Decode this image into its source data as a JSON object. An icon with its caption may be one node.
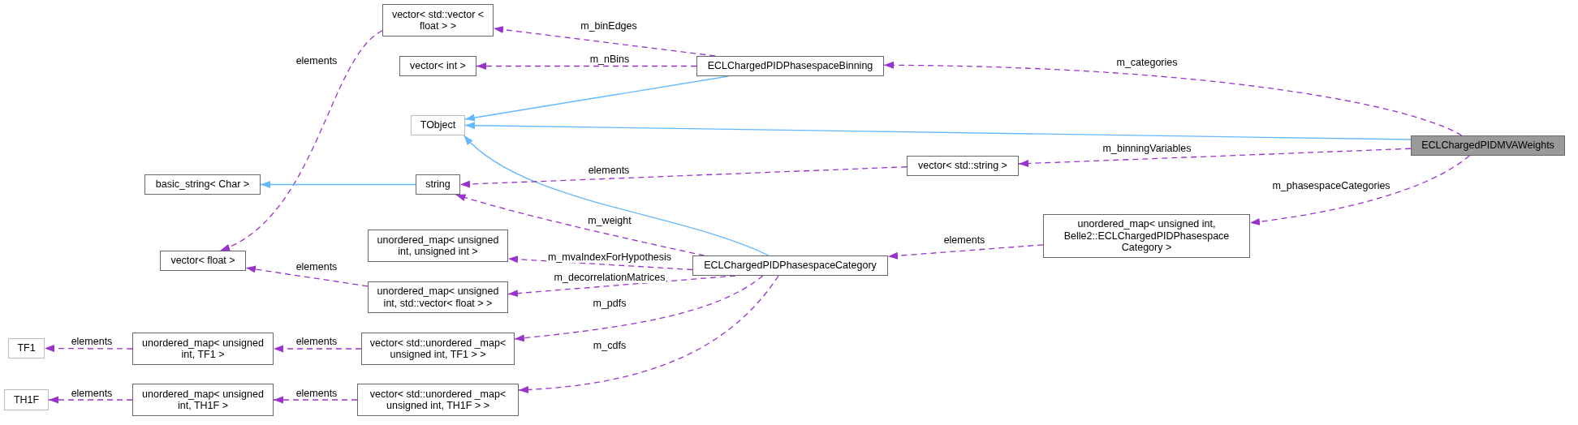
{
  "diagram": {
    "nodes": [
      {
        "text": [
          "vector< std::vector < float > >"
        ]
      },
      {
        "text": [
          "vector< int >"
        ]
      },
      {
        "text": [
          "ECLChargedPIDPhasespaceBinning"
        ]
      },
      {
        "text": [
          "TObject"
        ]
      },
      {
        "text": [
          "ECLChargedPIDMVAWeights"
        ]
      },
      {
        "text": [
          "basic_string< Char >"
        ]
      },
      {
        "text": [
          "string"
        ]
      },
      {
        "text": [
          "vector< std::string >"
        ]
      },
      {
        "text": [
          "vector< float >"
        ]
      },
      {
        "text": [
          "unordered_map< unsigned int, unsigned int >"
        ]
      },
      {
        "text": [
          "ECLChargedPIDPhasespaceCategory"
        ]
      },
      {
        "text": [
          "unordered_map< unsigned int, Belle2::ECLChargedPIDPhasespace Category >"
        ]
      },
      {
        "text": [
          "unordered_map< unsigned int, std::vector< float > >"
        ]
      },
      {
        "text": [
          "TF1"
        ]
      },
      {
        "text": [
          "unordered_map< unsigned int, TF1 >"
        ]
      },
      {
        "text": [
          "vector< std::unordered _map< unsigned int, TF1 > >"
        ]
      },
      {
        "text": [
          "TH1F"
        ]
      },
      {
        "text": [
          "unordered_map< unsigned int, TH1F >"
        ]
      },
      {
        "text": [
          "vector< std::unordered _map< unsigned int, TH1F > >"
        ]
      }
    ],
    "edges": [
      {
        "from": 0,
        "to": 8,
        "arrow": "to",
        "label": "elements",
        "style": "dashed"
      },
      {
        "from": 2,
        "to": 0,
        "arrow": "to",
        "label": "m_binEdges",
        "style": "dashed"
      },
      {
        "from": 2,
        "to": 1,
        "arrow": "to",
        "label": "m_nBins",
        "style": "dashed"
      },
      {
        "from": 4,
        "to": 2,
        "arrow": "to",
        "label": "m_categories",
        "style": "dashed"
      },
      {
        "from": 2,
        "to": 3,
        "arrow": "to",
        "color": "#63b8ff"
      },
      {
        "from": 4,
        "to": 3,
        "arrow": "to",
        "color": "#63b8ff"
      },
      {
        "from": 10,
        "to": 3,
        "arrow": "to",
        "color": "#63b8ff"
      },
      {
        "from": 6,
        "to": 5,
        "arrow": "to",
        "color": "#63b8ff"
      },
      {
        "from": 4,
        "to": 7,
        "arrow": "to",
        "label": "m_binningVariables",
        "style": "dashed"
      },
      {
        "from": 7,
        "to": 6,
        "arrow": "to",
        "label": "elements",
        "style": "dashed"
      },
      {
        "from": 4,
        "to": 11,
        "arrow": "to",
        "label": "m_phasespaceCategories",
        "style": "dashed"
      },
      {
        "from": 11,
        "to": 10,
        "arrow": "to",
        "label": "elements",
        "style": "dashed"
      },
      {
        "from": 10,
        "to": 6,
        "arrow": "to",
        "label": "m_weight",
        "style": "dashed"
      },
      {
        "from": 10,
        "to": 9,
        "arrow": "to",
        "label": "m_mvaIndexForHypothesis",
        "style": "dashed"
      },
      {
        "from": 10,
        "to": 12,
        "arrow": "to",
        "label": "m_decorrelationMatrices",
        "style": "dashed"
      },
      {
        "from": 12,
        "to": 8,
        "arrow": "to",
        "label": "elements",
        "style": "dashed"
      },
      {
        "from": 10,
        "to": 15,
        "arrow": "to",
        "label": "m_pdfs",
        "style": "dashed"
      },
      {
        "from": 10,
        "to": 18,
        "arrow": "to",
        "label": "m_cdfs",
        "style": "dashed"
      },
      {
        "from": 15,
        "to": 14,
        "arrow": "to",
        "label": "elements",
        "style": "dashed"
      },
      {
        "from": 14,
        "to": 13,
        "arrow": "to",
        "label": "elements",
        "style": "dashed"
      },
      {
        "from": 18,
        "to": 17,
        "arrow": "to",
        "label": "elements",
        "style": "dashed"
      },
      {
        "from": 17,
        "to": 16,
        "arrow": "to",
        "label": "elements",
        "style": "dashed"
      }
    ]
  }
}
